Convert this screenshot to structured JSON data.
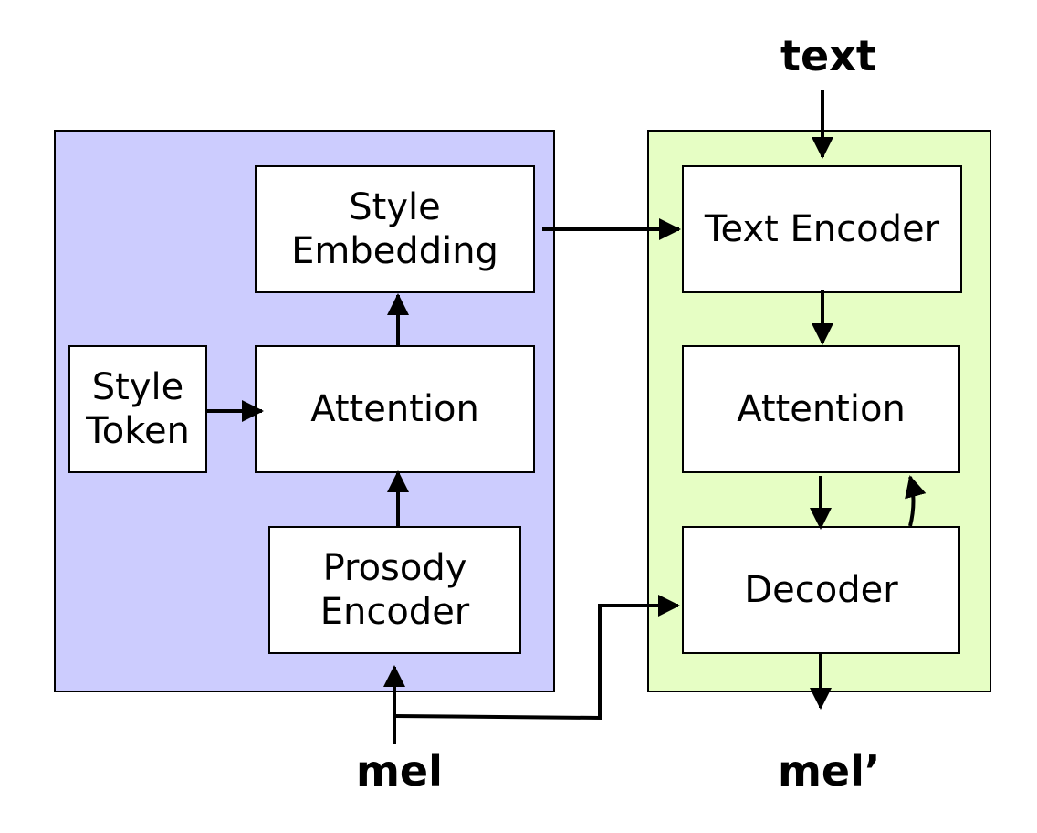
{
  "style_module": {
    "style_embedding": [
      "Style",
      "Embedding"
    ],
    "attention": "Attention",
    "style_token": [
      "Style",
      "Token"
    ],
    "prosody_encoder": [
      "Prosody",
      "Encoder"
    ]
  },
  "tts_module": {
    "text_encoder": "Text Encoder",
    "attention": "Attention",
    "decoder": "Decoder"
  },
  "io": {
    "text_input": "text",
    "mel_input": "mel",
    "mel_output": "mel’"
  },
  "colors": {
    "style_panel": "#ccccfe",
    "tts_panel": "#e6fec4",
    "box": "#ffffff",
    "stroke": "#000000"
  }
}
